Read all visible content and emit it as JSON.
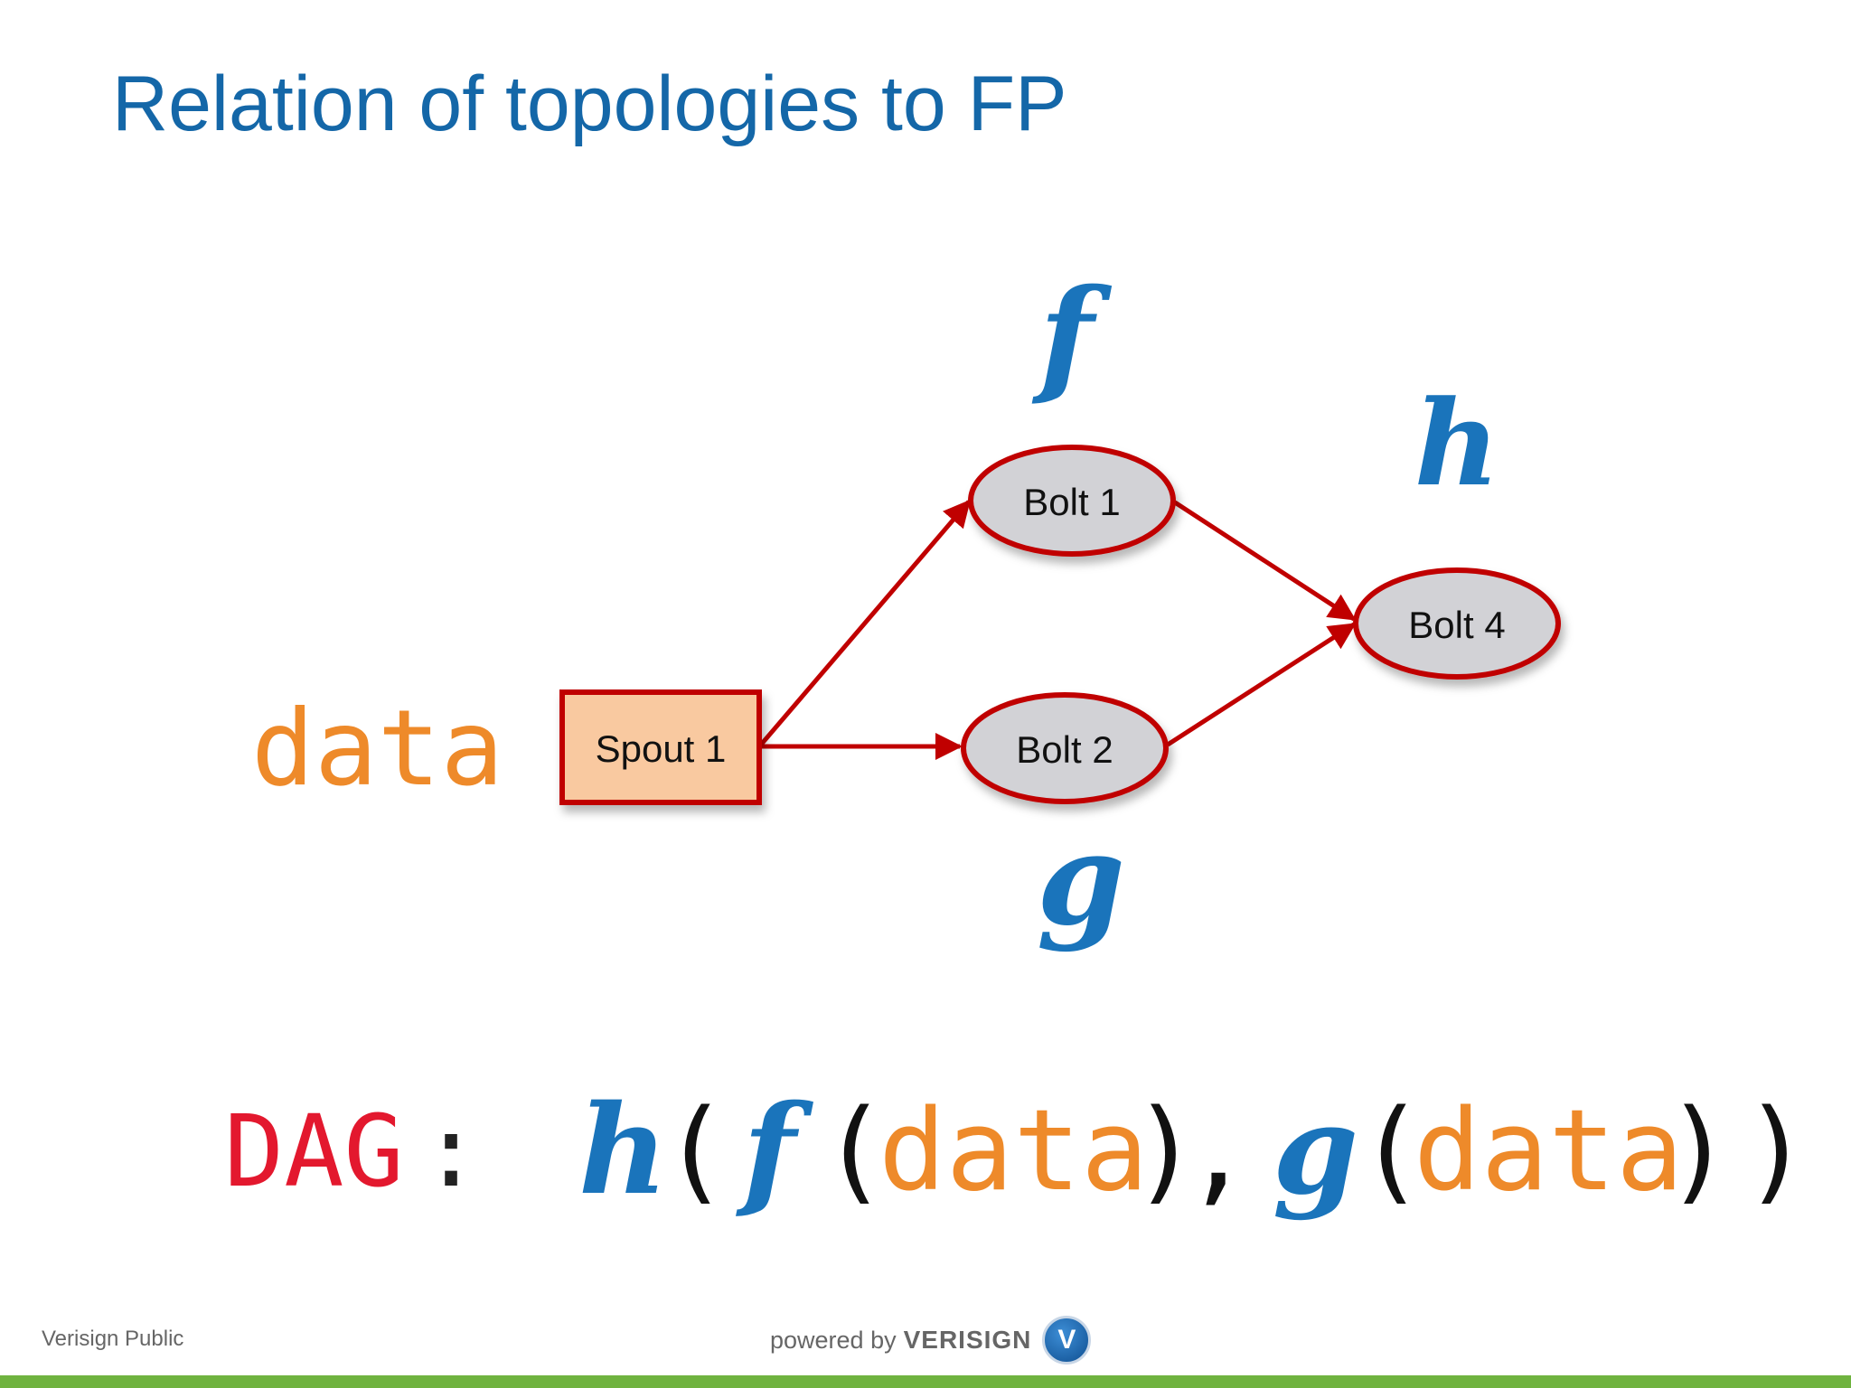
{
  "slide": {
    "title": "Relation of topologies to FP",
    "footer_left": "Verisign Public",
    "powered_by": "powered by",
    "brand": "VERISIGN",
    "brand_mark": "V"
  },
  "diagram": {
    "source_label": "data",
    "nodes": {
      "spout1": "Spout 1",
      "bolt1": "Bolt 1",
      "bolt2": "Bolt 2",
      "bolt4": "Bolt 4"
    },
    "function_labels": {
      "f": "f",
      "g": "g",
      "h": "h"
    },
    "edges": [
      {
        "from": "Spout 1",
        "to": "Bolt 1"
      },
      {
        "from": "Spout 1",
        "to": "Bolt 2"
      },
      {
        "from": "Bolt 1",
        "to": "Bolt 4"
      },
      {
        "from": "Bolt 2",
        "to": "Bolt 4"
      }
    ]
  },
  "formula": {
    "prefix": "DAG",
    "colon": ":",
    "h": "h",
    "open1": "(",
    "f": "f",
    "open2": "(",
    "arg1": "data",
    "close2": ")",
    "comma": ",",
    "g": "g",
    "open3": "(",
    "arg2": "data",
    "close3": ")",
    "close1": ")"
  },
  "colors": {
    "title": "#1467a8",
    "function_blue": "#1a74bb",
    "data_orange": "#ee8a2a",
    "dag_red": "#e3182e",
    "edge_red": "#c00000",
    "node_fill": "#d2d2d6",
    "spout_fill": "#f9c9a0",
    "footer_bar": "#6fb33f"
  }
}
